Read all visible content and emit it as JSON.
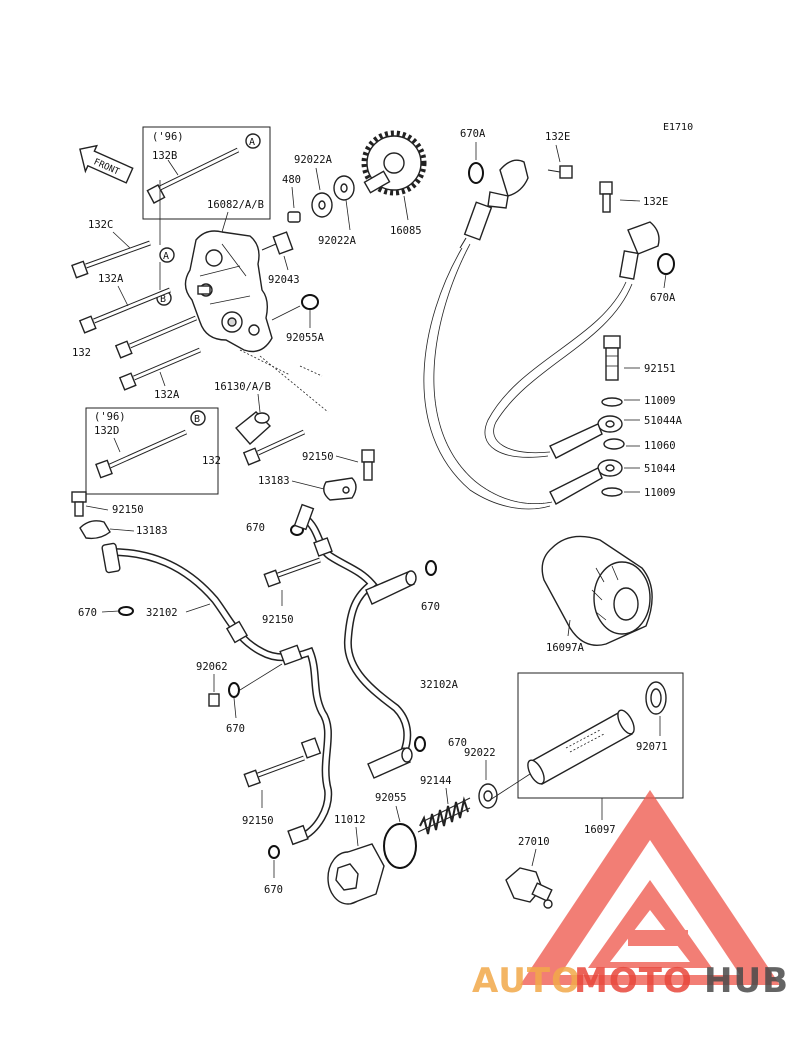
{
  "diagram_code": "E1710",
  "front_label": "FRONT",
  "callouts": {
    "A": "A",
    "B": "B"
  },
  "box_labels": {
    "year_note_top": "('96)",
    "year_note_bottom": "('96)"
  },
  "labels": {
    "p132B": "132B",
    "p92022A_top": "92022A",
    "p480": "480",
    "p16082": "16082/A/B",
    "p92022A_bottom": "92022A",
    "p16085": "16085",
    "p132C": "132C",
    "p132A_top": "132A",
    "p92043": "92043",
    "p132_left": "132",
    "p92055A": "92055A",
    "p132A_bottom": "132A",
    "p16130": "16130/A/B",
    "p132D": "132D",
    "p132_mid": "132",
    "p92150_mid": "92150",
    "p13183_mid": "13183",
    "p92150_left": "92150",
    "p13183_left": "13183",
    "p670_mid": "670",
    "p670_left": "670",
    "p32102": "32102",
    "p92150_lower": "92150",
    "p670_right": "670",
    "p92062": "92062",
    "p670_low": "670",
    "p32102A": "32102A",
    "p670_pipe": "670",
    "p92022": "92022",
    "p92144": "92144",
    "p92055": "92055",
    "p92150_bottom": "92150",
    "p11012": "11012",
    "p670_bottom": "670",
    "p27010": "27010",
    "p670A_top": "670A",
    "p132E_top": "132E",
    "p132E_right": "132E",
    "p670A_right": "670A",
    "p92151": "92151",
    "p11009_top": "11009",
    "p51044A": "51044A",
    "p11060": "11060",
    "p51044": "51044",
    "p11009_bottom": "11009",
    "p16097A": "16097A",
    "p92071": "92071",
    "p16097": "16097"
  },
  "watermark": {
    "part1": "AUTO",
    "part2": "MOTO",
    "part3": "HUB",
    "color_orange": "#f2a94a",
    "color_red": "#e8473c",
    "color_dark": "#4a4a4a",
    "logo_fill": "#ef5a4f"
  }
}
